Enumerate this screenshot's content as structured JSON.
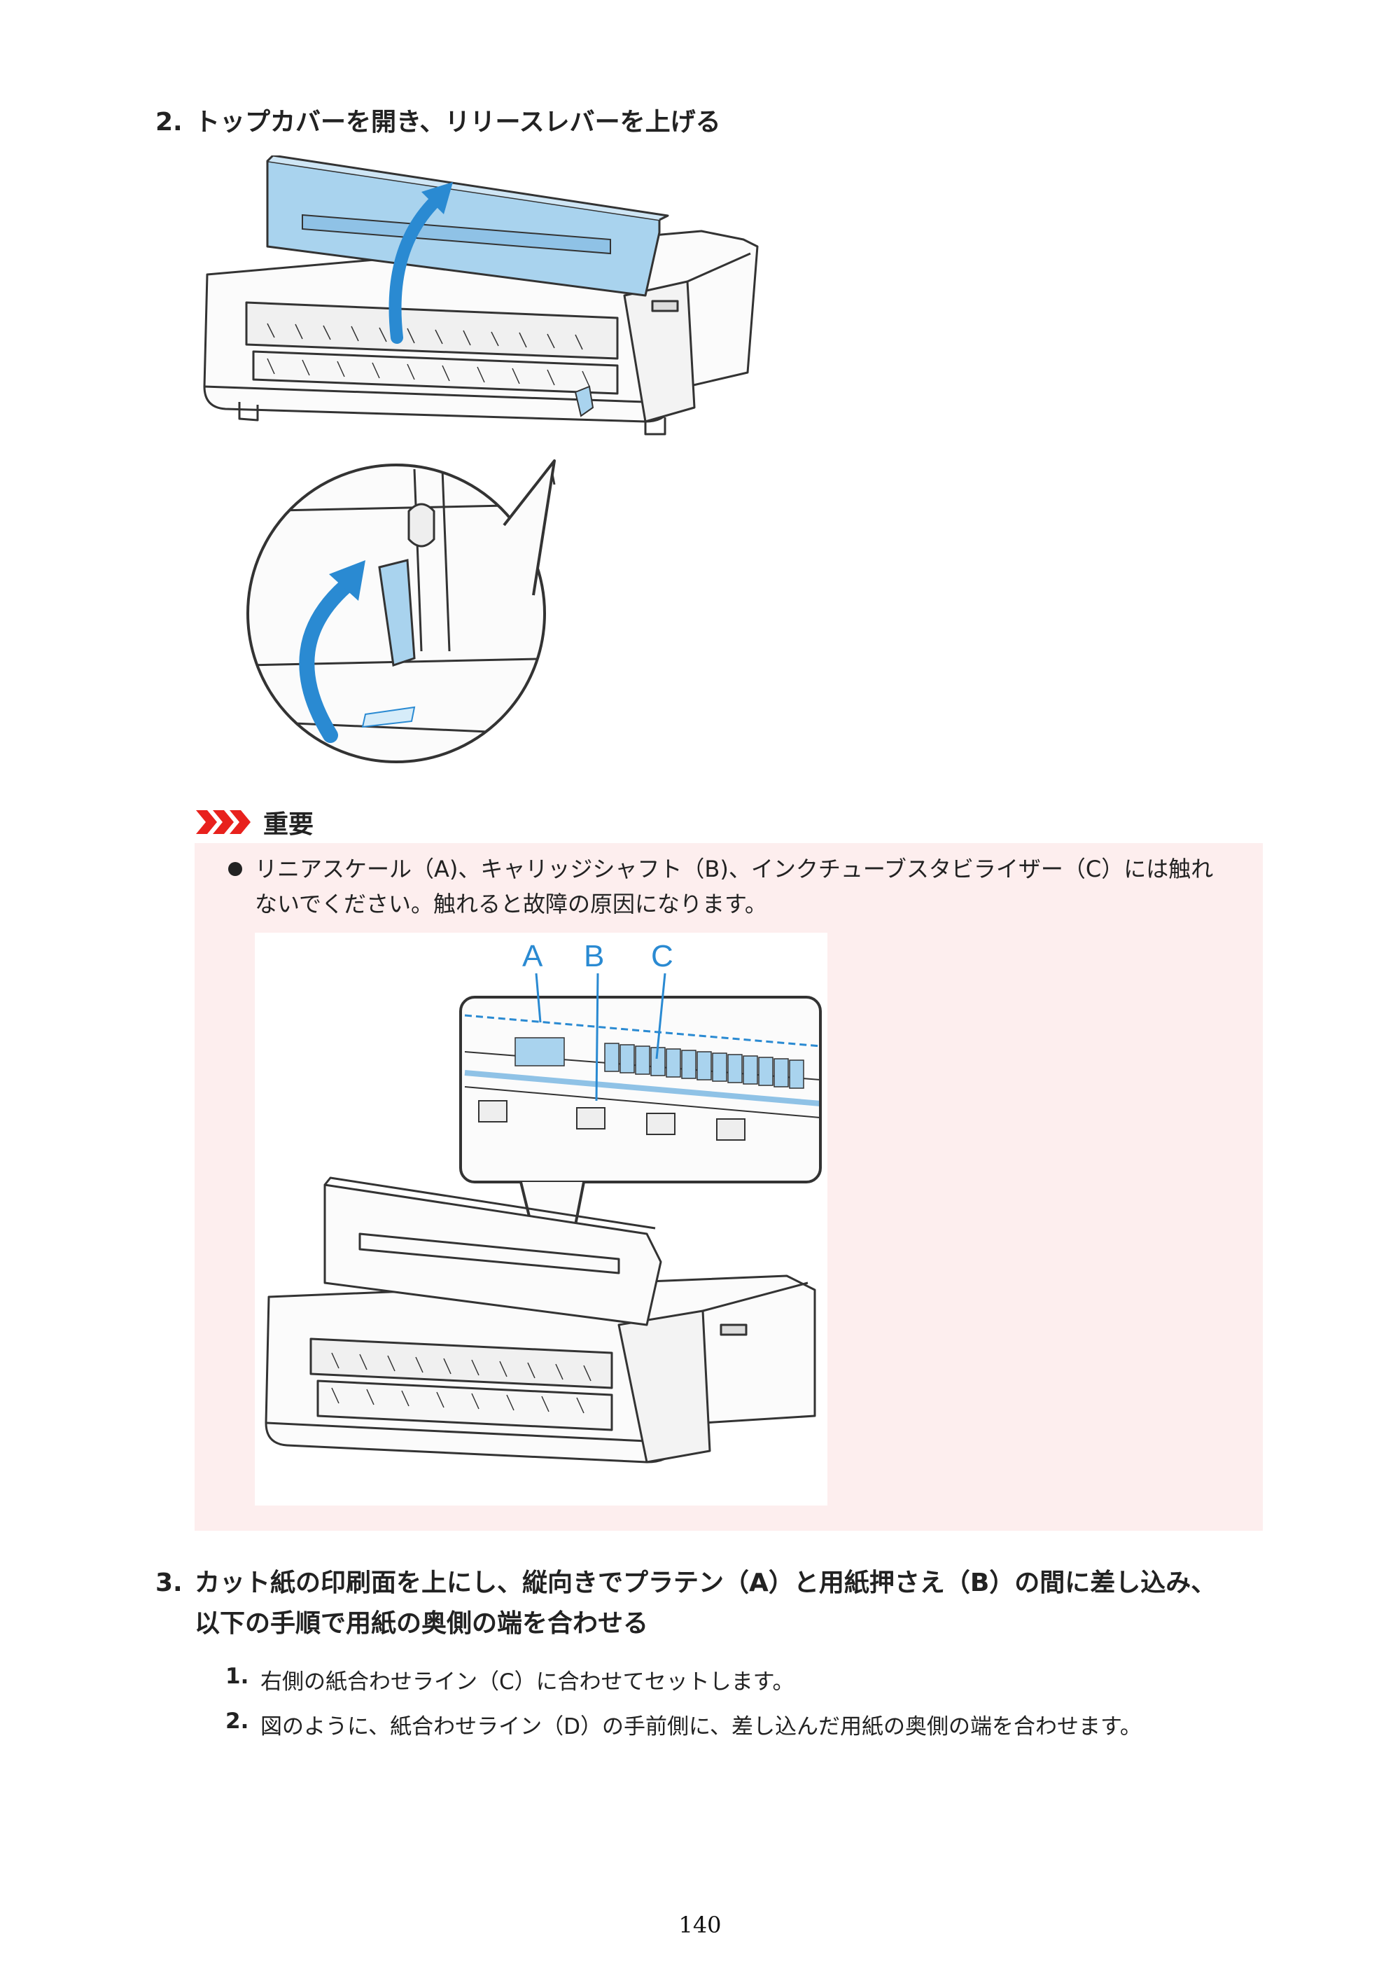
{
  "step2": {
    "number": "2.",
    "title": "トップカバーを開き、リリースレバーを上げる"
  },
  "important": {
    "icon": "triple-chevron-icon",
    "accent_color": "#e8211d",
    "box_color": "#fdeeee",
    "title": "重要",
    "bullet_line1": "リニアスケール（A)、キャリッジシャフト（B)、インクチューブスタビライザー（C）には触れ",
    "bullet_line2": "ないでください。触れると故障の原因になります。",
    "figure_labels": {
      "a": "A",
      "b": "B",
      "c": "C"
    }
  },
  "step3": {
    "number": "3.",
    "title_line1": "カット紙の印刷面を上にし、縦向きでプラテン（A）と用紙押さえ（B）の間に差し込み、",
    "title_line2": "以下の手順で用紙の奥側の端を合わせる",
    "substeps": [
      {
        "number": "1.",
        "text": "右側の紙合わせライン（C）に合わせてセットします。"
      },
      {
        "number": "2.",
        "text": "図のように、紙合わせライン（D）の手前側に、差し込んだ用紙の奥側の端を合わせます。"
      }
    ]
  },
  "page_number": "140",
  "colors": {
    "part_blue": "#a9d3ee",
    "arrow_blue": "#2a8ad2",
    "label_blue": "#2a8ad2"
  }
}
